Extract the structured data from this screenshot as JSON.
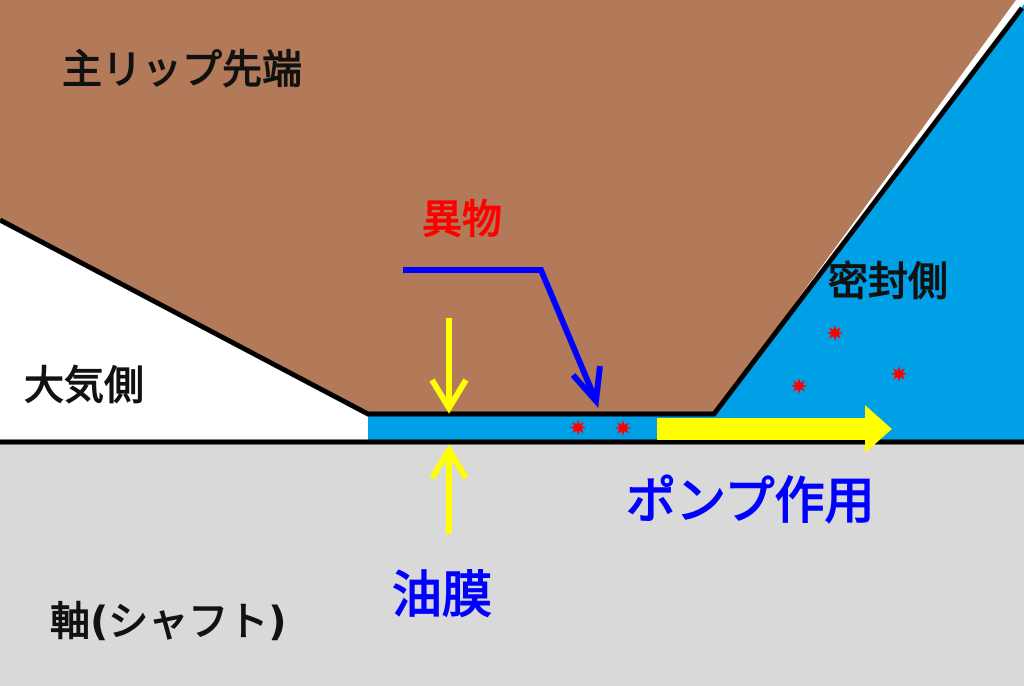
{
  "labels": {
    "lip_tip": "主リップ先端",
    "atmosphere_side": "大気側",
    "sealed_side": "密封側",
    "shaft": "軸(シャフト)",
    "foreign_matter": "異物",
    "pump_action": "ポンプ作用",
    "oil_film": "油膜"
  },
  "colors": {
    "lip": "#b37a5a",
    "sealed_fluid": "#00a0e6",
    "shaft": "#d9d9d9",
    "atmosphere": "#ffffff",
    "outline": "#000000",
    "foreign_matter": "#ff0000",
    "pump_arrow": "#ffff00",
    "film_arrows": "#ffff00",
    "pointer_arrow": "#0000ff"
  },
  "icons": {
    "particle": "red-starburst",
    "pump": "yellow-right-arrow",
    "compression": "yellow-opposing-arrows",
    "pointer": "blue-bent-arrow"
  }
}
